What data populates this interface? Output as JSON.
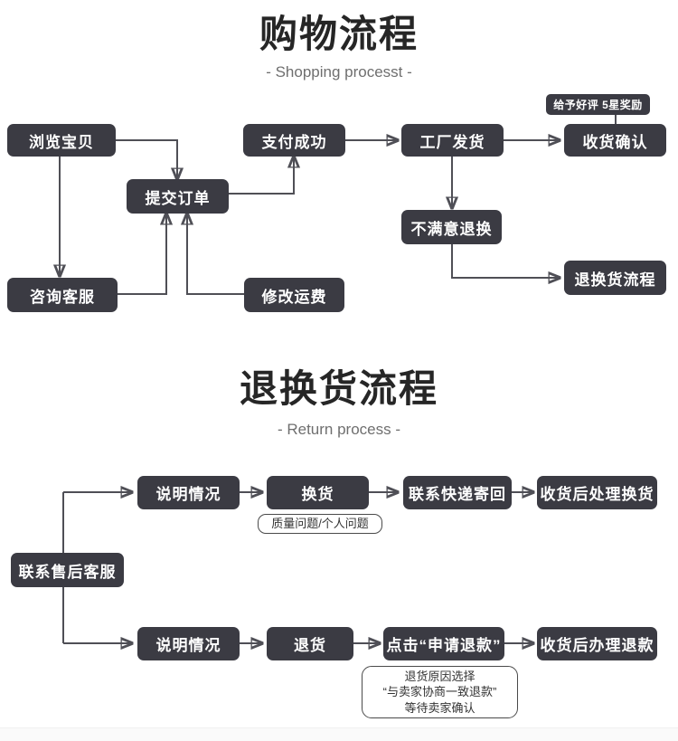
{
  "sections": [
    {
      "id": "shopping",
      "title": "购物流程",
      "subtitle": "- Shopping processt -",
      "nodes": [
        {
          "key": "browse",
          "label": "浏览宝贝"
        },
        {
          "key": "submit_order",
          "label": "提交订单"
        },
        {
          "key": "pay_success",
          "label": "支付成功"
        },
        {
          "key": "factory_ship",
          "label": "工厂发货"
        },
        {
          "key": "confirm_recv",
          "label": "收货确认"
        },
        {
          "key": "contact_cs",
          "label": "咨询客服"
        },
        {
          "key": "edit_freight",
          "label": "修改运费"
        },
        {
          "key": "not_satisfied",
          "label": "不满意退换"
        },
        {
          "key": "return_flow",
          "label": "退换货流程"
        }
      ],
      "badges": [
        {
          "key": "five_star_reward",
          "label": "给予好评 5星奖励"
        }
      ]
    },
    {
      "id": "return",
      "title": "退换货流程",
      "subtitle": "- Return process -",
      "nodes": [
        {
          "key": "after_sales",
          "label": "联系售后客服"
        },
        {
          "key": "explain_1",
          "label": "说明情况"
        },
        {
          "key": "exchange",
          "label": "换货"
        },
        {
          "key": "contact_courier",
          "label": "联系快递寄回"
        },
        {
          "key": "process_exchange",
          "label": "收货后处理换货"
        },
        {
          "key": "explain_2",
          "label": "说明情况"
        },
        {
          "key": "refund_goods",
          "label": "退货"
        },
        {
          "key": "click_apply_refund",
          "label": "点击“申请退款”"
        },
        {
          "key": "process_refund",
          "label": "收货后办理退款"
        }
      ],
      "notes": [
        {
          "key": "quality_or_personal",
          "label": "质量问题/个人问题"
        },
        {
          "key": "refund_reason",
          "label": "退货原因选择\n“与卖家协商一致退款”\n等待卖家确认"
        }
      ]
    }
  ],
  "theme": {
    "node_fill": "#3b3b43",
    "node_text": "#ffffff",
    "wire": "#4f4f56",
    "title_text": "#262626",
    "subtitle_text": "#6f6f6f",
    "page_bg": "#ffffff"
  }
}
